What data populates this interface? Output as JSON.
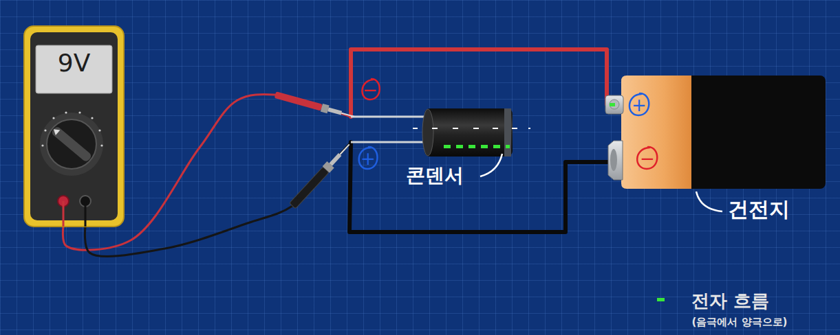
{
  "diagram": {
    "nodes": [
      {
        "text": [
          "9V"
        ]
      },
      {
        "text": [
          "콘덴서"
        ]
      },
      {
        "text": [
          "건전지"
        ]
      }
    ],
    "edges": [
      {
        "from": 0,
        "to": 1,
        "arrow": "none"
      },
      {
        "from": 0,
        "to": 1,
        "arrow": "none"
      },
      {
        "from": 1,
        "to": 2,
        "arrow": "none"
      },
      {
        "from": 1,
        "to": 2,
        "arrow": "none"
      }
    ],
    "labels": [
      "−",
      "+",
      "+",
      "−",
      "(음극에서 양극으로)"
    ],
    "legend": [
      {
        "text": "전자 흐름",
        "color": "#39e639"
      }
    ]
  }
}
